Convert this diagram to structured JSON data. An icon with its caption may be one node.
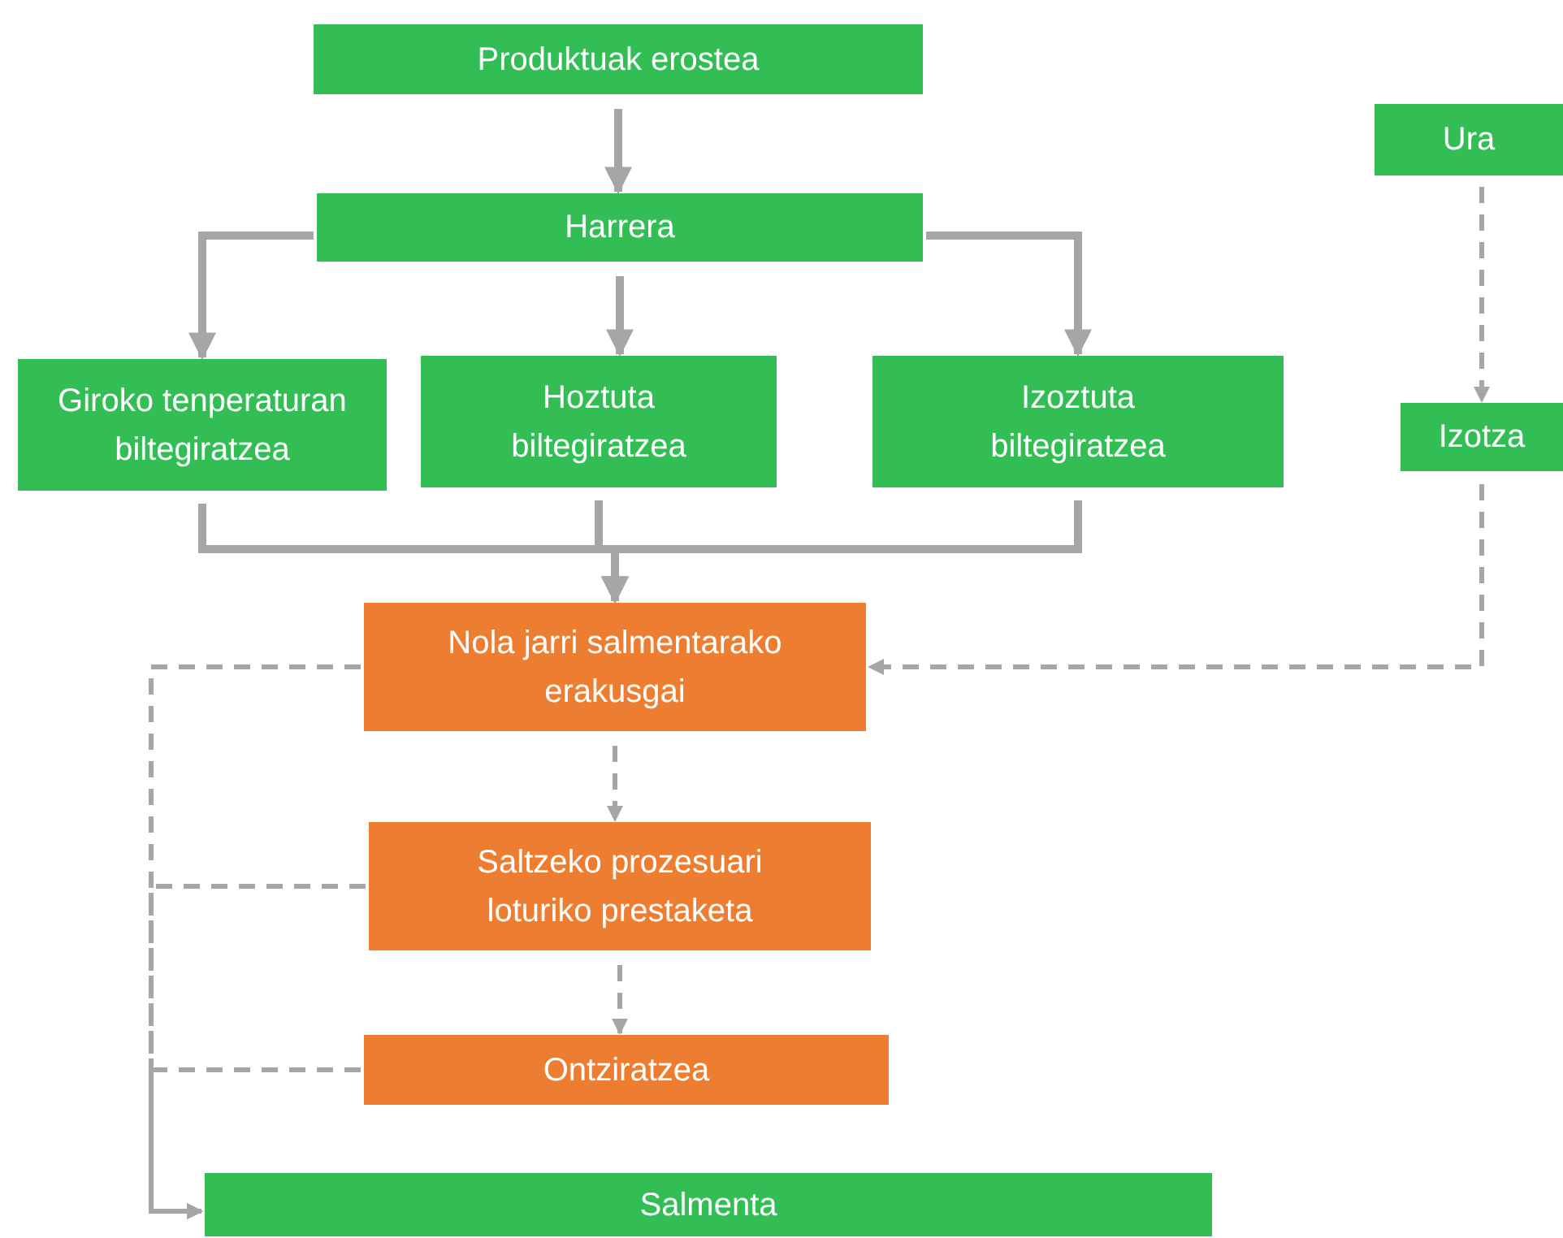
{
  "diagram": {
    "nodes": [
      {
        "text": [
          "Produktuak erostea"
        ]
      },
      {
        "text": [
          "Harrera"
        ]
      },
      {
        "text": [
          "Giroko tenperaturan biltegiratzea"
        ]
      },
      {
        "text": [
          "Hoztuta biltegiratzea"
        ]
      },
      {
        "text": [
          "Izoztuta biltegiratzea"
        ]
      },
      {
        "text": [
          "Ura"
        ]
      },
      {
        "text": [
          "Izotza"
        ]
      },
      {
        "text": [
          "Nola jarri salmentarako erakusgai"
        ]
      },
      {
        "text": [
          "Saltzeko prozesuari loturiko prestaketa"
        ]
      },
      {
        "text": [
          "Ontziratzea"
        ]
      },
      {
        "text": [
          "Salmenta"
        ]
      }
    ],
    "edges": [
      {
        "from": 0,
        "to": 1,
        "arrow": "to"
      },
      {
        "from": 1,
        "to": 2,
        "arrow": "to"
      },
      {
        "from": 1,
        "to": 3,
        "arrow": "to"
      },
      {
        "from": 1,
        "to": 4,
        "arrow": "to"
      },
      {
        "from": 2,
        "to": 7,
        "arrow": "to"
      },
      {
        "from": 3,
        "to": 7,
        "arrow": "to"
      },
      {
        "from": 4,
        "to": 7,
        "arrow": "to"
      },
      {
        "from": 5,
        "to": 6,
        "arrow": "to",
        "style": "dashed"
      },
      {
        "from": 6,
        "to": 7,
        "arrow": "to",
        "style": "dashed"
      },
      {
        "from": 7,
        "to": 8,
        "arrow": "to",
        "style": "dashed"
      },
      {
        "from": 8,
        "to": 9,
        "arrow": "to",
        "style": "dashed"
      },
      {
        "from": 7,
        "to": 10,
        "arrow": "to",
        "style": "dashed"
      },
      {
        "from": 8,
        "to": 10,
        "arrow": "to",
        "style": "dashed"
      },
      {
        "from": 9,
        "to": 10,
        "arrow": "to",
        "style": "dashed"
      }
    ]
  }
}
